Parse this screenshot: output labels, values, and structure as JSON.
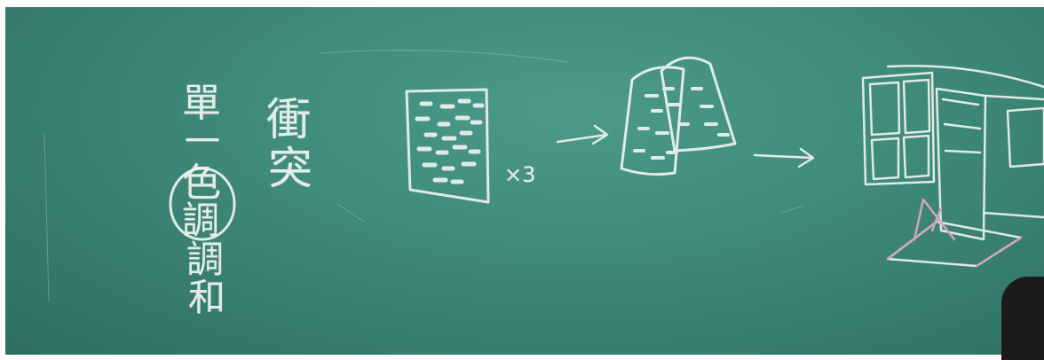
{
  "image": {
    "subject": "chalkboard",
    "board_color": "#3f8b7c",
    "chalk_color": "#f2f5f1",
    "pink_chalk_color": "#e7a7c8"
  },
  "left_column": {
    "chars": [
      "單",
      "一",
      "色",
      "調",
      "調",
      "和"
    ]
  },
  "middle_column": {
    "chars": [
      "衝",
      "突"
    ]
  },
  "multiplier_label": "×3"
}
